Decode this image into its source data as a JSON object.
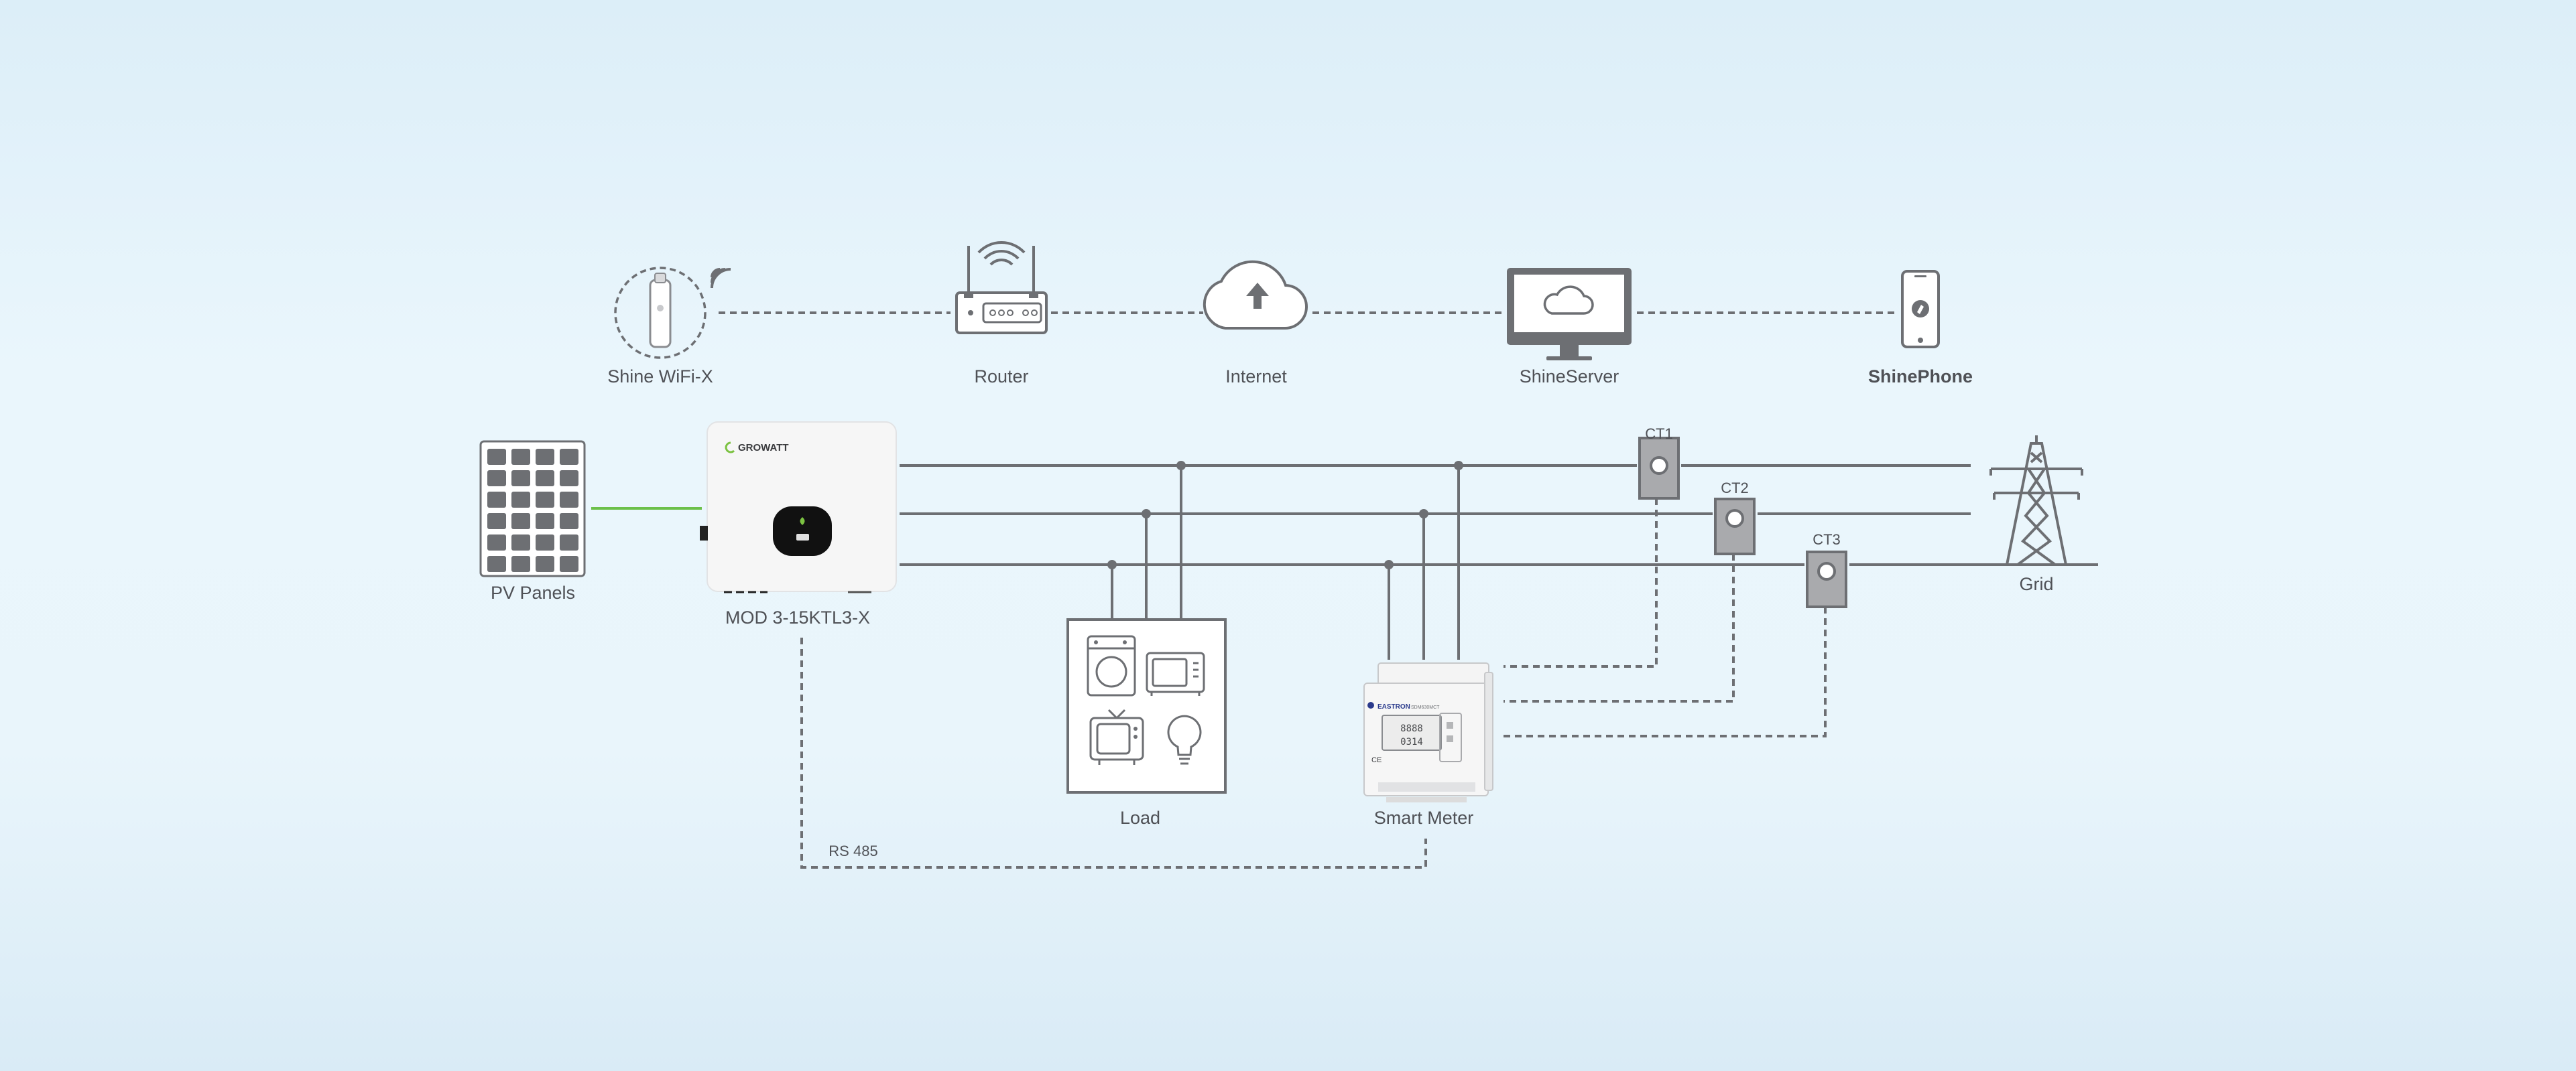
{
  "labels": {
    "shine_wifi": "Shine WiFi-X",
    "router": "Router",
    "internet": "Internet",
    "shineserver": "ShineServer",
    "shinephone": "ShinePhone",
    "pv_panels": "PV Panels",
    "inverter_model": "MOD 3-15KTL3-X",
    "inverter_brand": "GROWATT",
    "load": "Load",
    "smart_meter": "Smart Meter",
    "grid": "Grid",
    "ct1": "CT1",
    "ct2": "CT2",
    "ct3": "CT3",
    "rs485": "RS 485",
    "meter_brand": "EASTRON",
    "meter_model": "SDM630MCT",
    "meter_reading_top": "8888",
    "meter_reading_bottom": "0314"
  },
  "colors": {
    "line": "#6d6f73",
    "pv_link": "#6cc04a",
    "label": "#4f5156",
    "ct_fill": "#a9aaad",
    "inverter_body": "#f6f6f6",
    "inverter_screen": "#111111",
    "growatt_green": "#7cc242"
  }
}
